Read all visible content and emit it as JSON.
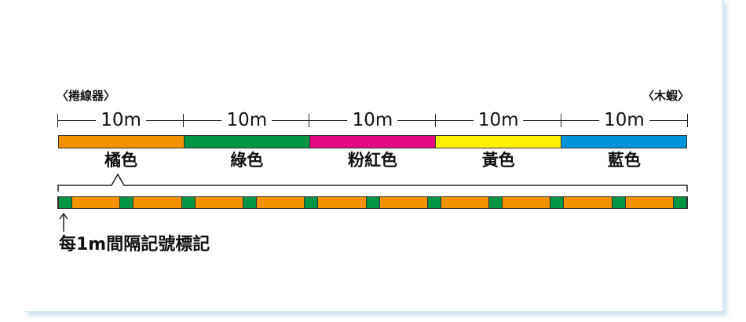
{
  "ends": {
    "reel_label": "〈捲線器〉",
    "spool_label": "〈木蝦〉"
  },
  "segments": [
    {
      "length": "10m",
      "color_name": "橘色",
      "color": "#f39200"
    },
    {
      "length": "10m",
      "color_name": "綠色",
      "color": "#009444"
    },
    {
      "length": "10m",
      "color_name": "粉紅色",
      "color": "#e5097f"
    },
    {
      "length": "10m",
      "color_name": "黃色",
      "color": "#fff100"
    },
    {
      "length": "10m",
      "color_name": "藍色",
      "color": "#0095da"
    }
  ],
  "marker_strip": {
    "base_color": "#f39200",
    "marker_color": "#009444",
    "marker_count": 11,
    "note": "每1m間隔記號標記"
  }
}
